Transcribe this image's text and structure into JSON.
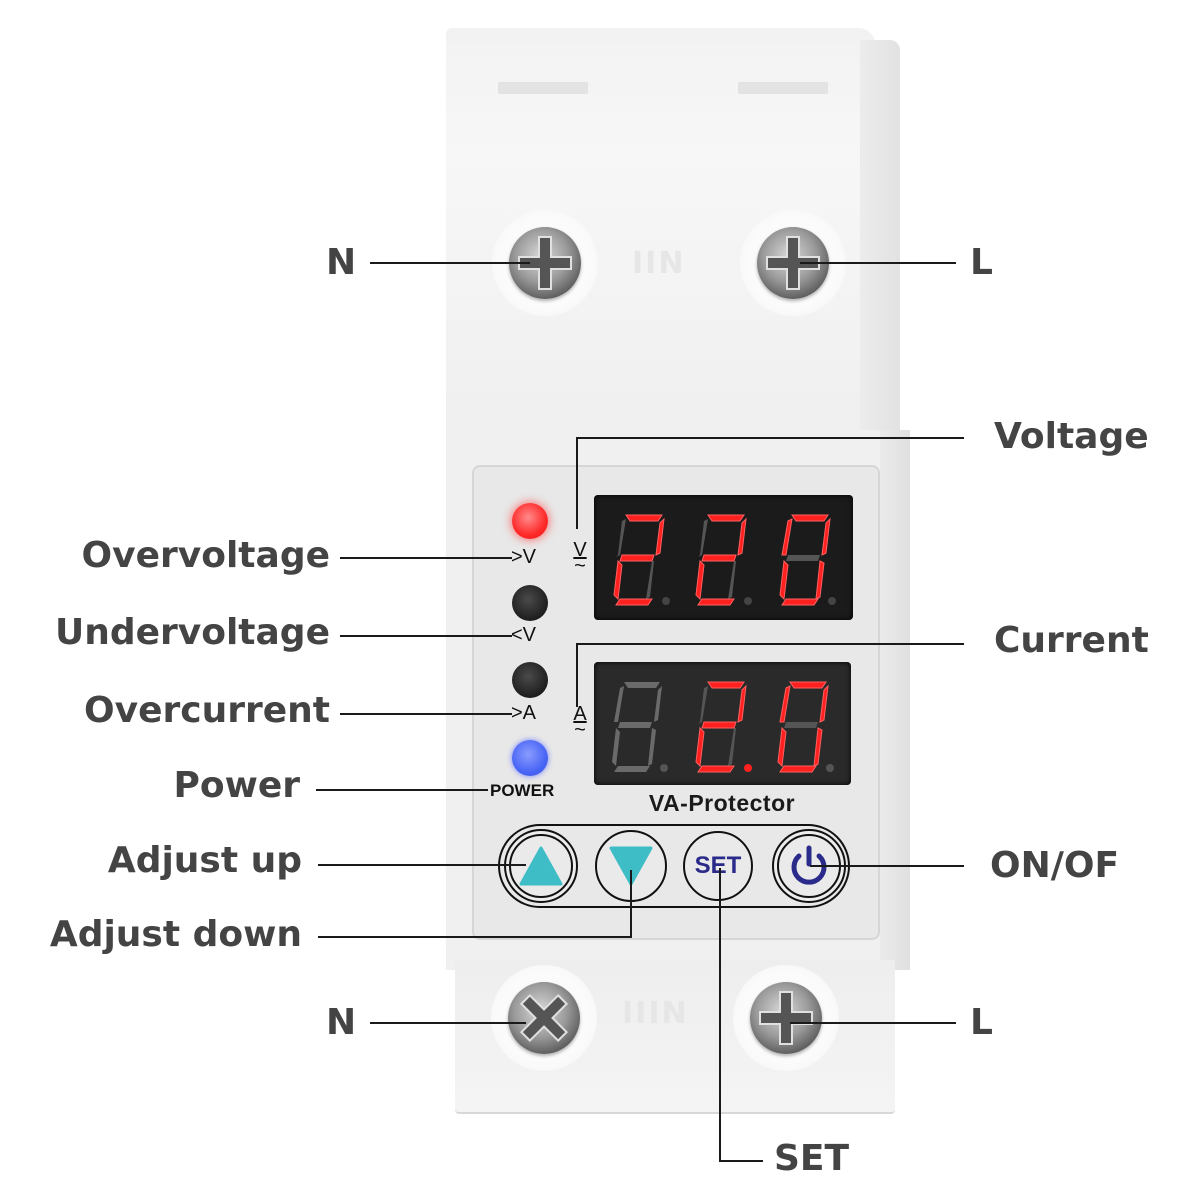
{
  "device": {
    "brand_label": "VA-Protector",
    "panel_markings": {
      "overvoltage": ">V",
      "undervoltage": "<V",
      "overcurrent": ">A",
      "power": "POWER",
      "voltage_unit": "V",
      "current_unit": "A",
      "ac_symbol": "~"
    },
    "displays": {
      "voltage": {
        "value": "220",
        "digits": [
          "2",
          "2",
          "0"
        ],
        "color": "#ff2020"
      },
      "current": {
        "value": "20",
        "display_text": "2.0",
        "digits": [
          "",
          "2.",
          "0"
        ],
        "color": "#ff2020"
      }
    },
    "indicators": [
      {
        "id": "overvoltage",
        "state": "on",
        "color": "#ff3333"
      },
      {
        "id": "undervoltage",
        "state": "off",
        "color": "#222222"
      },
      {
        "id": "overcurrent",
        "state": "off",
        "color": "#222222"
      },
      {
        "id": "power",
        "state": "on",
        "color": "#4a66f5"
      }
    ],
    "buttons": {
      "up": {
        "icon": "triangle-up",
        "color": "#3fbdc6"
      },
      "down": {
        "icon": "triangle-down",
        "color": "#3fbdc6"
      },
      "set": {
        "label": "SET",
        "color": "#2a2a8a"
      },
      "power": {
        "icon": "power-symbol",
        "color": "#2a2a8a"
      }
    },
    "embossed_top": "IIN",
    "embossed_bottom": "IIIN"
  },
  "callouts": {
    "top_left": "N",
    "top_right": "L",
    "voltage": "Voltage",
    "overvoltage": "Overvoltage",
    "undervoltage": "Undervoltage",
    "current": "Current",
    "overcurrent": "Overcurrent",
    "power": "Power",
    "adjust_up": "Adjust up",
    "on_off": "ON/OF",
    "adjust_down": "Adjust down",
    "bottom_left": "N",
    "bottom_right": "L",
    "set": "SET"
  }
}
